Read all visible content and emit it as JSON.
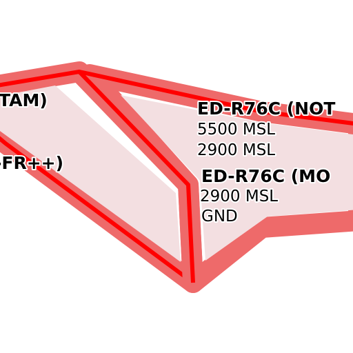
{
  "colors": {
    "boundary": "#ff0000",
    "inner_band": "#ee6a6a",
    "fill": "#f3dfe1",
    "halo": "#ffffff",
    "text": "#000000"
  },
  "areas": {
    "left": {
      "label_top": "TAM)",
      "label_bottom": "-FR++)"
    },
    "right": {
      "notam": {
        "name": "ED-R76C (NOT",
        "upper": "5500 MSL",
        "lower": "2900 MSL"
      },
      "mon": {
        "name": "ED-R76C (MO",
        "upper": "2900 MSL",
        "lower": "GND"
      }
    }
  }
}
